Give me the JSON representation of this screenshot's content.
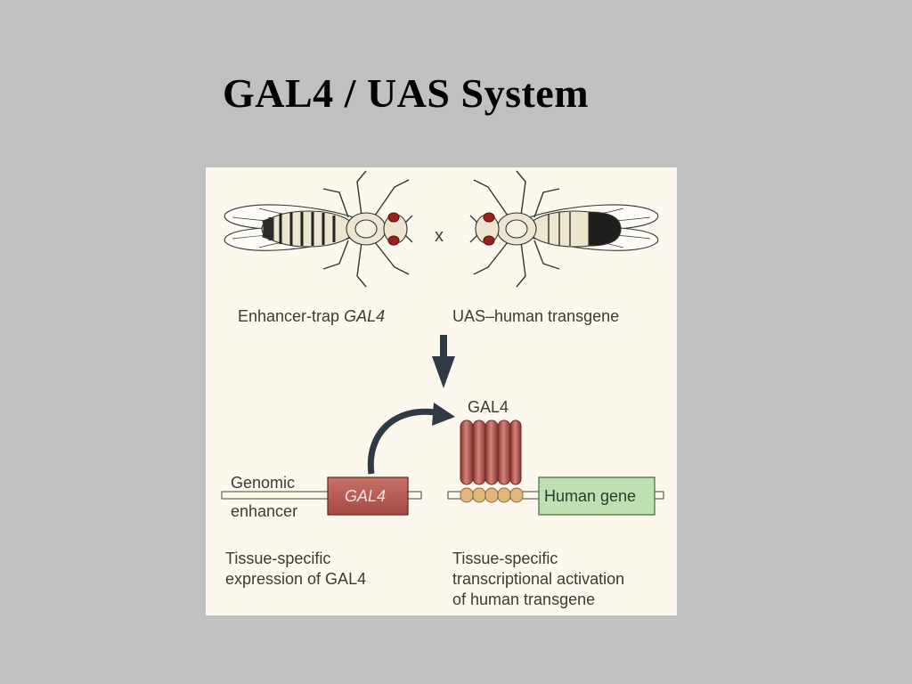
{
  "slide": {
    "title": "GAL4 / UAS System"
  },
  "diagram": {
    "cross_symbol": "x",
    "fly_left_label_prefix": "Enhancer-trap ",
    "fly_left_label_gene": "GAL4",
    "fly_right_label": "UAS–human transgene",
    "gal4_protein_label": "GAL4",
    "genomic_label_line1": "Genomic",
    "genomic_label_line2": "enhancer",
    "gal4_box_label": "GAL4",
    "human_gene_label": "Human gene",
    "caption_left_line1": "Tissue-specific",
    "caption_left_line2": "expression of GAL4",
    "caption_right_line1": "Tissue-specific",
    "caption_right_line2": "transcriptional activation",
    "caption_right_line3": "of human transgene",
    "colors": {
      "background": "#c0c0c0",
      "panel": "#fcf8ee",
      "gal4_red": "#b85a52",
      "human_green": "#bfe0b3",
      "uas_orange": "#e2b67c",
      "eye_red": "#9a2020",
      "arrow": "#2f3a44"
    }
  }
}
